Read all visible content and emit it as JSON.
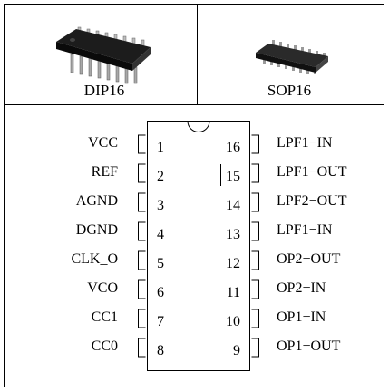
{
  "packages": [
    {
      "id": "dip",
      "label": "DIP16"
    },
    {
      "id": "sop",
      "label": "SOP16"
    }
  ],
  "pins_left": [
    {
      "num": "1",
      "label": "VCC"
    },
    {
      "num": "2",
      "label": "REF"
    },
    {
      "num": "3",
      "label": "AGND"
    },
    {
      "num": "4",
      "label": "DGND"
    },
    {
      "num": "5",
      "label": "CLK_O"
    },
    {
      "num": "6",
      "label": "VCO"
    },
    {
      "num": "7",
      "label": "CC1"
    },
    {
      "num": "8",
      "label": "CC0"
    }
  ],
  "pins_right": [
    {
      "num": "16",
      "label": "LPF1−IN"
    },
    {
      "num": "15",
      "label": "LPF1−OUT"
    },
    {
      "num": "14",
      "label": "LPF2−OUT"
    },
    {
      "num": "13",
      "label": "LPF1−IN"
    },
    {
      "num": "12",
      "label": "OP2−OUT"
    },
    {
      "num": "11",
      "label": "OP2−IN"
    },
    {
      "num": "10",
      "label": "OP1−IN"
    },
    {
      "num": "9",
      "label": "OP1−OUT"
    }
  ],
  "colors": {
    "line": "#000000",
    "chip_body": "#1a1a1a",
    "chip_lead": "#9a9a9a"
  },
  "icons": {
    "dip": "dip16-package-icon",
    "sop": "sop16-package-icon"
  }
}
